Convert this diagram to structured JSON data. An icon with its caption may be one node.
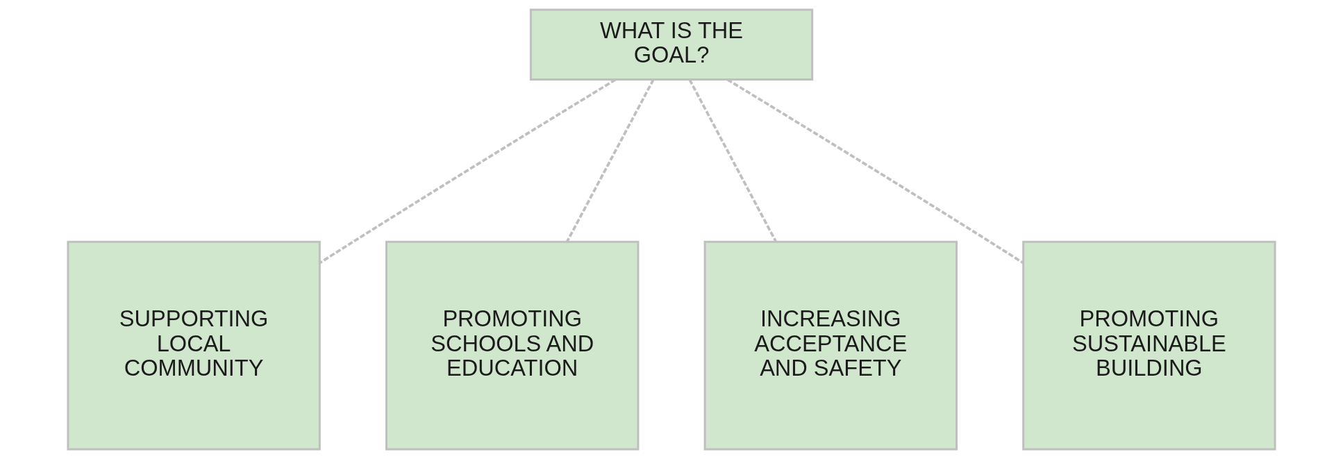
{
  "diagram": {
    "nodes": [
      {
        "text": [
          "WHAT IS THE GOAL?"
        ]
      },
      {
        "text": [
          "SUPPORTING LOCAL COMMUNITY"
        ]
      },
      {
        "text": [
          "PROMOTING SCHOOLS AND EDUCATION"
        ]
      },
      {
        "text": [
          "INCREASING ACCEPTANCE AND SAFETY"
        ]
      },
      {
        "text": [
          "PROMOTING SUSTAINABLE BUILDING"
        ]
      }
    ],
    "edges": [
      {
        "from": 0,
        "to": 1,
        "arrow": "none",
        "style": "dashed"
      },
      {
        "from": 0,
        "to": 2,
        "arrow": "none",
        "style": "dashed"
      },
      {
        "from": 0,
        "to": 3,
        "arrow": "none",
        "style": "dashed"
      },
      {
        "from": 0,
        "to": 4,
        "arrow": "none",
        "style": "dashed"
      }
    ]
  }
}
